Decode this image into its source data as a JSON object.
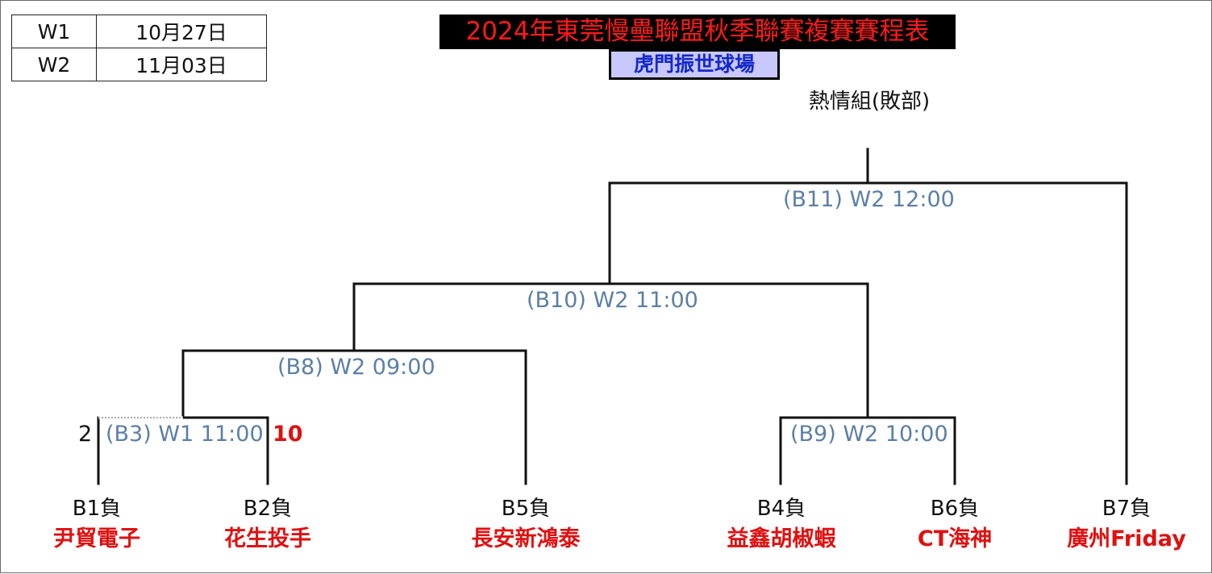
{
  "schedule": {
    "rows": [
      {
        "week": "W1",
        "date": "10月27日"
      },
      {
        "week": "W2",
        "date": "11月03日"
      }
    ]
  },
  "header": {
    "title": "2024年東莞慢壘聯盟秋季聯賽複賽賽程表",
    "venue": "虎門振世球場",
    "group": "熱情組(敗部)"
  },
  "matches": {
    "b3": "(B3) W1 11:00",
    "b8": "(B8) W2 09:00",
    "b9": "(B9) W2 10:00",
    "b10": "(B10) W2 11:00",
    "b11": "(B11) W2 12:00"
  },
  "scores": {
    "b3_left": "2",
    "b3_right": "10"
  },
  "entrants": [
    {
      "seed": "B1負",
      "team": "尹貿電子"
    },
    {
      "seed": "B2負",
      "team": "花生投手"
    },
    {
      "seed": "B5負",
      "team": "長安新鴻泰"
    },
    {
      "seed": "B4負",
      "team": "益鑫胡椒蝦"
    },
    {
      "seed": "B6負",
      "team": "CT海神"
    },
    {
      "seed": "B7負",
      "team": "廣州Friday"
    }
  ],
  "colors": {
    "title_bg": "#000000",
    "title_text": "#ff1a1a",
    "venue_bg": "#c8c8ff",
    "venue_text": "#1428c8",
    "match_label": "#5b7fa6",
    "team_text": "#e01010",
    "line": "#111111"
  }
}
